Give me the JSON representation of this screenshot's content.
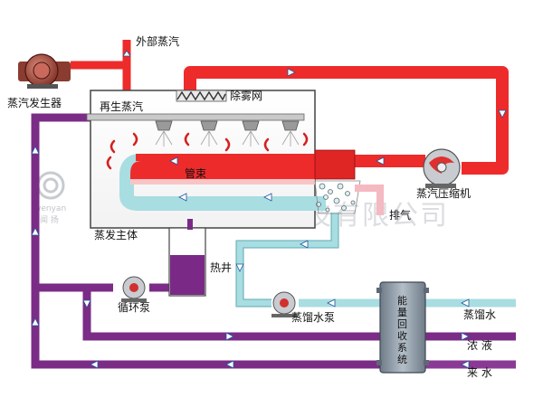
{
  "labels": {
    "external_steam": "外部蒸汽",
    "steam_generator": "蒸汽发生器",
    "regenerated_steam": "再生蒸汽",
    "demister": "除雾网",
    "tube_bundle": "管束",
    "compressor": "蒸汽压缩机",
    "exhaust": "排气",
    "evaporator_body": "蒸发主体",
    "hot_well": "热井",
    "circulation_pump": "循环泵",
    "distillate_pump": "蒸馏水泵",
    "energy_recovery": [
      "能",
      "量",
      "回",
      "收",
      "系",
      "统"
    ],
    "distilled_water": "蒸馏水",
    "concentrate": "浓 液",
    "feed_water": "来 水"
  },
  "watermark": {
    "company": "广东闻扬环境科技有限公司",
    "logo_text": "wenyan",
    "logo_cn": "闻 扬"
  },
  "colors": {
    "steam": "#ee2b2b",
    "condensate": "#a8dde2",
    "concentrate": "#7b2c86",
    "tank": "#7a2a86",
    "recovery": "#8d9aa6"
  }
}
